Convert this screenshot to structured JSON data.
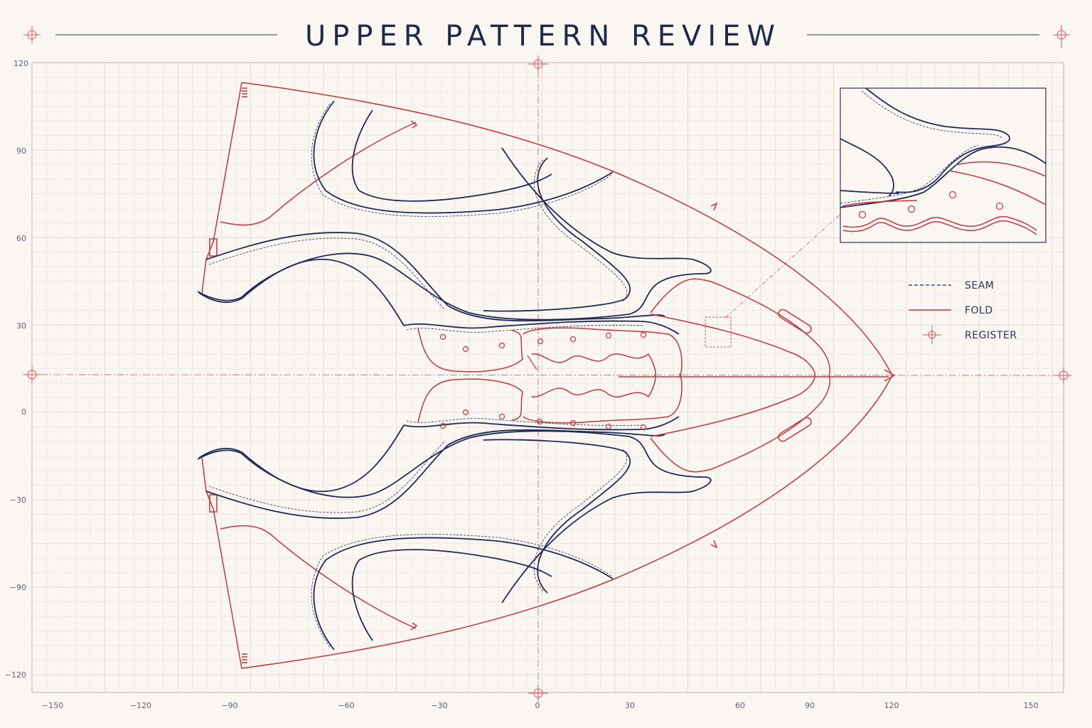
{
  "title": "UPPER PATTERN REVIEW",
  "x_ticks": [
    "−150",
    "−120",
    "−90",
    "−60",
    "−30",
    "0",
    "30",
    "60",
    "90",
    "120",
    "150"
  ],
  "y_ticks": [
    "120",
    "90",
    "60",
    "30",
    "0",
    "−30",
    "−90",
    "−120"
  ],
  "legend": {
    "seam": "SEAM",
    "fold": "FOLD",
    "register": "REGISTER"
  },
  "colors": {
    "seam": "#1f2b56",
    "fold": "#c9353d",
    "register": "#d8565c",
    "background": "#faf7f2"
  }
}
